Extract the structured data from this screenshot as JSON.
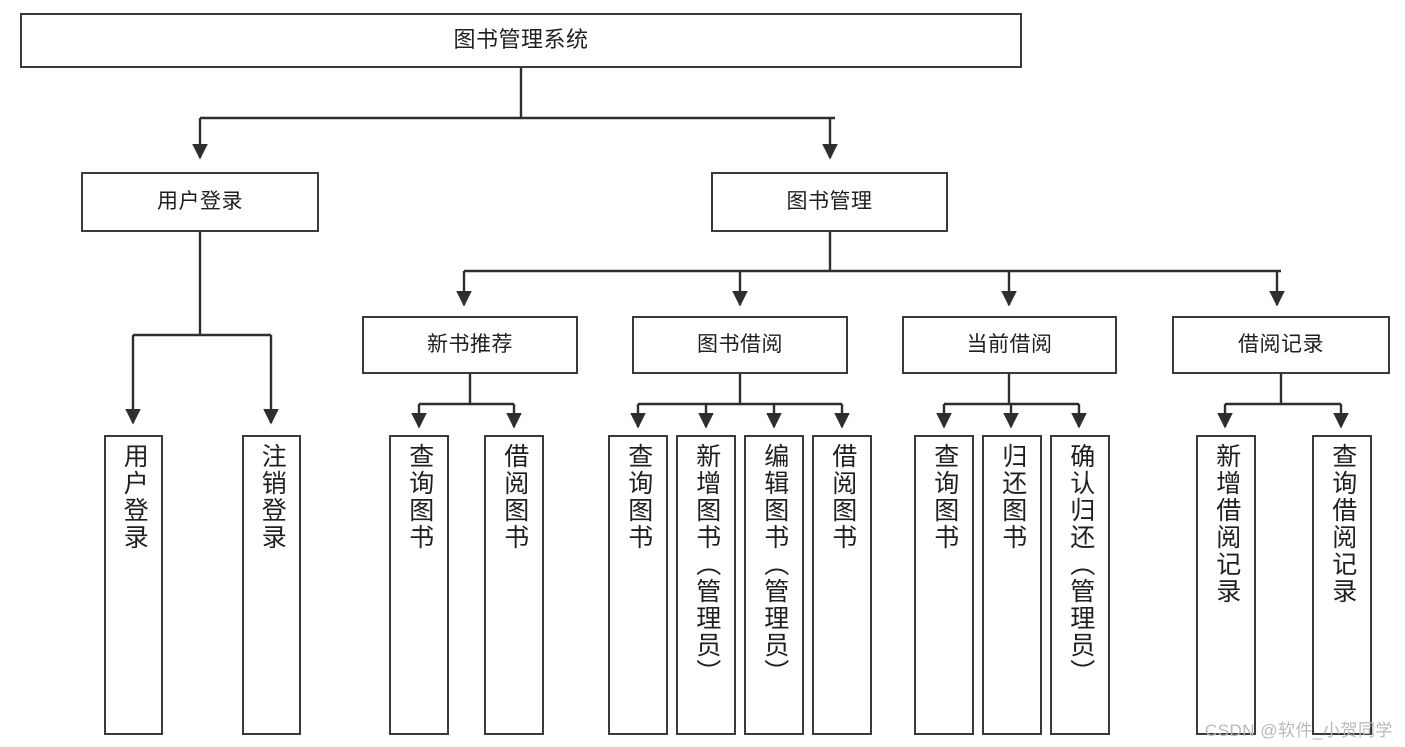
{
  "diagram": {
    "title": "图书管理系统",
    "type": "tree-structure-chart",
    "watermark": "CSDN @软件_小贺同学",
    "colors": {
      "stroke": "#3a3a3a",
      "fill": "#ffffff",
      "text": "#1f1f1f",
      "watermark": "#b9b9b9"
    }
  },
  "nodes": {
    "root": {
      "label": "图书管理系统"
    },
    "level2": [
      {
        "id": "user-login",
        "label": "用户登录"
      },
      {
        "id": "book-manage",
        "label": "图书管理"
      }
    ],
    "level3": [
      {
        "id": "new-book-recommend",
        "label": "新书推荐"
      },
      {
        "id": "book-borrow",
        "label": "图书借阅"
      },
      {
        "id": "current-borrow",
        "label": "当前借阅"
      },
      {
        "id": "borrow-record",
        "label": "借阅记录"
      }
    ],
    "leaves": {
      "user-login": [
        {
          "id": "leaf-user-login",
          "label": "用户登录"
        },
        {
          "id": "leaf-logout-login",
          "label": "注销登录"
        }
      ],
      "new-book-recommend": [
        {
          "id": "leaf-query-book-1",
          "label": "查询图书"
        },
        {
          "id": "leaf-borrow-book-1",
          "label": "借阅图书"
        }
      ],
      "book-borrow": [
        {
          "id": "leaf-query-book-2",
          "label": "查询图书"
        },
        {
          "id": "leaf-add-book",
          "label": "新增图书（管理员）"
        },
        {
          "id": "leaf-edit-book",
          "label": "编辑图书（管理员）"
        },
        {
          "id": "leaf-borrow-book-2",
          "label": "借阅图书"
        }
      ],
      "current-borrow": [
        {
          "id": "leaf-query-book-3",
          "label": "查询图书"
        },
        {
          "id": "leaf-return-book",
          "label": "归还图书"
        },
        {
          "id": "leaf-confirm-return",
          "label": "确认归还（管理员）"
        }
      ],
      "borrow-record": [
        {
          "id": "leaf-add-record",
          "label": "新增借阅记录"
        },
        {
          "id": "leaf-query-record",
          "label": "查询借阅记录"
        }
      ]
    }
  }
}
